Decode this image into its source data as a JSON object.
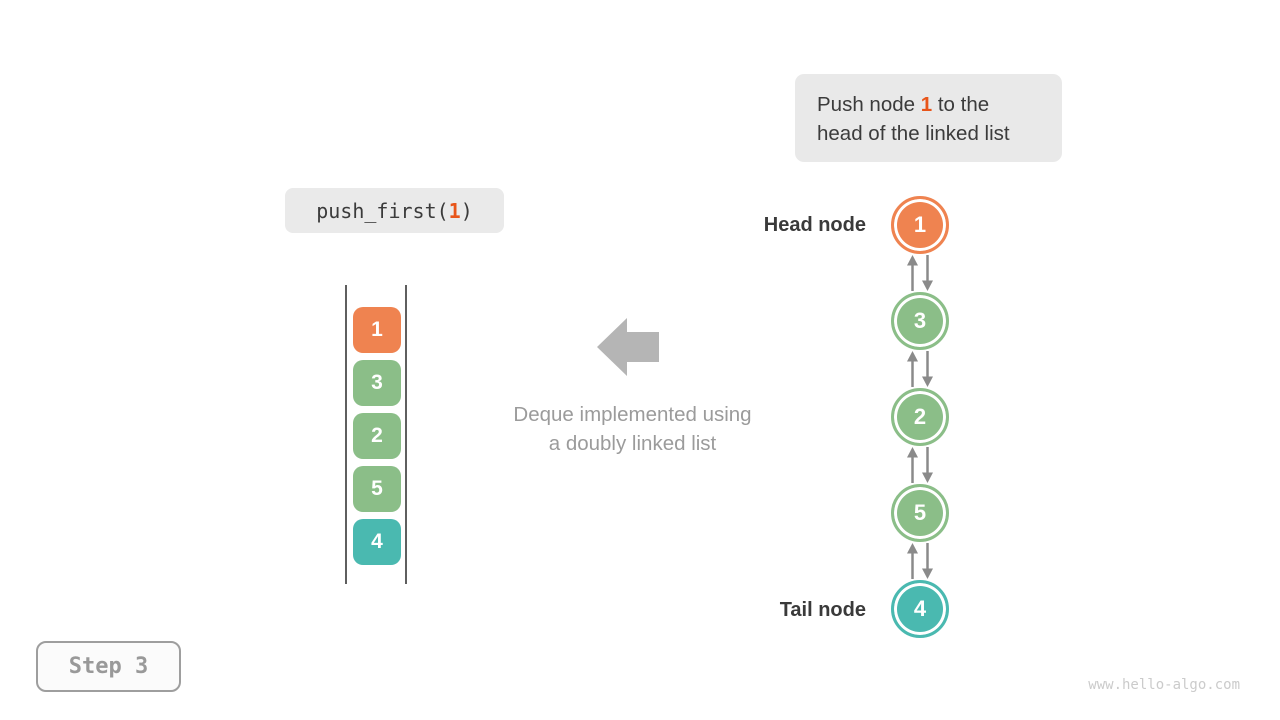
{
  "palette": {
    "orange_node": "#ef8350",
    "green_node": "#8bbe88",
    "teal_node": "#4ab9b0",
    "highlight_text": "#e8551a",
    "block_arrow_gray": "#b5b5b5",
    "connector_arrow_gray": "#8a8a8a",
    "caption_gray": "#9b9b9b",
    "dark_text": "#3b3b3b",
    "bubble_bg": "#e9e9e9"
  },
  "annotation": {
    "line1_before": "Push node ",
    "line1_highlight": "1",
    "line1_after": " to the",
    "line2": "head of the linked list"
  },
  "code_call": {
    "prefix": "push_first(",
    "arg": "1",
    "suffix": ")"
  },
  "deque": {
    "items": [
      {
        "value": "1",
        "color": "#ef8350"
      },
      {
        "value": "3",
        "color": "#8bbe88"
      },
      {
        "value": "2",
        "color": "#8bbe88"
      },
      {
        "value": "5",
        "color": "#8bbe88"
      },
      {
        "value": "4",
        "color": "#4ab9b0"
      }
    ]
  },
  "caption": {
    "line1": "Deque implemented using",
    "line2": "a doubly linked list"
  },
  "linked_list": {
    "head_label": "Head node",
    "tail_label": "Tail node",
    "nodes": [
      {
        "value": "1",
        "color": "#ef8350"
      },
      {
        "value": "3",
        "color": "#8bbe88"
      },
      {
        "value": "2",
        "color": "#8bbe88"
      },
      {
        "value": "5",
        "color": "#8bbe88"
      },
      {
        "value": "4",
        "color": "#4ab9b0"
      }
    ]
  },
  "step": {
    "label": "Step 3"
  },
  "footer": {
    "watermark": "www.hello-algo.com"
  }
}
